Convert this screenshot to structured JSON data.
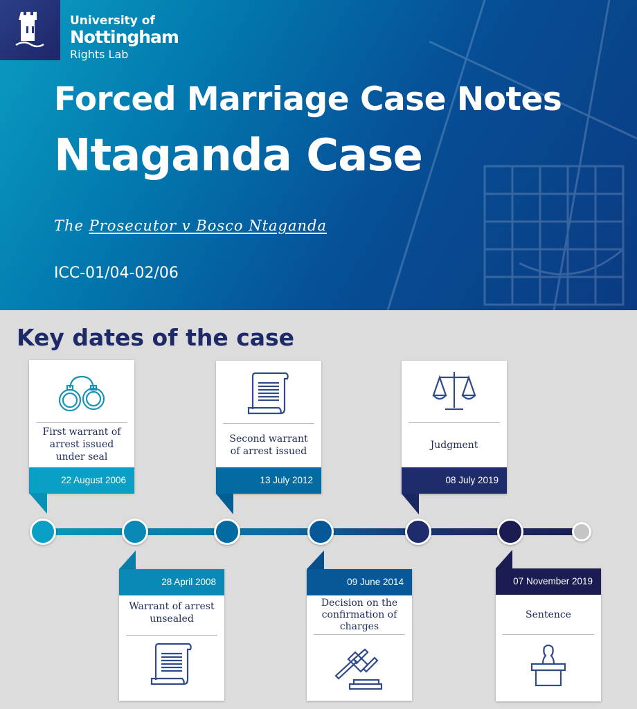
{
  "logo": {
    "line1": "University of",
    "line2": "Nottingham",
    "line3": "Rights Lab"
  },
  "hero": {
    "title": "Forced Marriage Case Notes",
    "case_name": "Ntaganda Case",
    "subtitle_prefix": "The ",
    "subtitle_link": "Prosecutor v Bosco Ntaganda",
    "case_number": "ICC-01/04-02/06"
  },
  "section_title": "Key dates of the case",
  "events": [
    {
      "date": "22 August 2006",
      "label": "First warrant of arrest issued under seal",
      "icon": "handcuffs-icon",
      "color": "#0a9fc4"
    },
    {
      "date": "28 April 2008",
      "label": "Warrant of arrest unsealed",
      "icon": "scroll-icon",
      "color": "#0889b6"
    },
    {
      "date": "13 July 2012",
      "label": "Second warrant of arrest issued",
      "icon": "scroll-icon",
      "color": "#036aa2"
    },
    {
      "date": "09 June 2014",
      "label": "Decision on the confirmation of charges",
      "icon": "gavel-icon",
      "color": "#065898"
    },
    {
      "date": "08 July 2019",
      "label": "Judgment",
      "icon": "scales-icon",
      "color": "#1e2c6c"
    },
    {
      "date": "07 November 2019",
      "label": "Sentence",
      "icon": "podium-icon",
      "color": "#1b1d52"
    }
  ],
  "colors": {
    "icon": "#2f4a86",
    "icon_first": "#1992b4",
    "end_dot": "#c4c4c4"
  }
}
